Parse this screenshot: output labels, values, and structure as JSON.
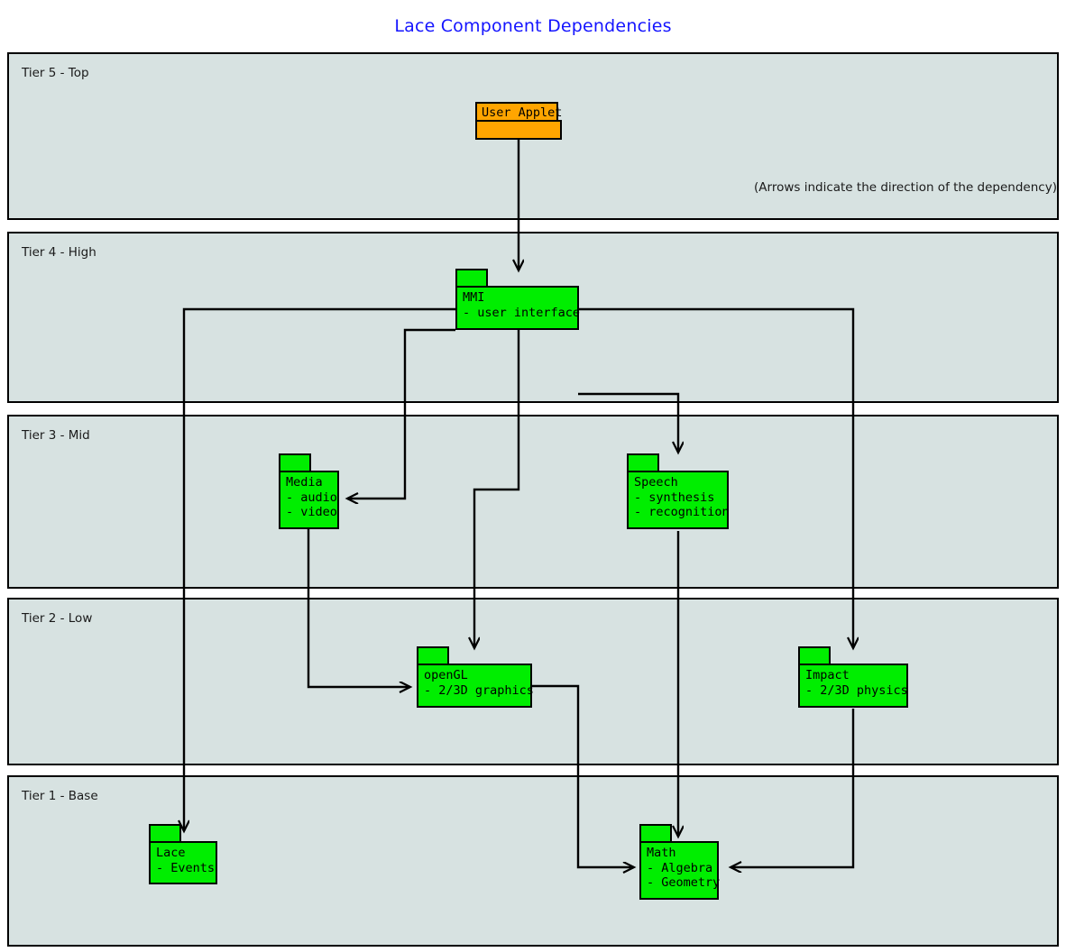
{
  "title": "Lace Component Dependencies",
  "note": "(Arrows indicate the direction of the dependency)",
  "colors": {
    "title": "#1414ff",
    "tier_fill": "#d7e2e1",
    "package_green": "#00ee00",
    "package_orange": "#ffa500",
    "line": "#000000"
  },
  "tiers": [
    {
      "id": "tier5",
      "label": "Tier 5 - Top"
    },
    {
      "id": "tier4",
      "label": "Tier 4 - High"
    },
    {
      "id": "tier3",
      "label": "Tier 3 - Mid"
    },
    {
      "id": "tier2",
      "label": "Tier 2 - Low"
    },
    {
      "id": "tier1",
      "label": "Tier 1 - Base"
    }
  ],
  "packages": [
    {
      "id": "user-applet",
      "name": "User Applet",
      "lines": [],
      "tier": "tier5",
      "color": "#ffa500"
    },
    {
      "id": "mmi",
      "name": "MMI",
      "lines": [
        "- user interface"
      ],
      "tier": "tier4",
      "color": "#00ee00"
    },
    {
      "id": "media",
      "name": "Media",
      "lines": [
        "- audio",
        "- video"
      ],
      "tier": "tier3",
      "color": "#00ee00"
    },
    {
      "id": "speech",
      "name": "Speech",
      "lines": [
        "- synthesis",
        "- recognition"
      ],
      "tier": "tier3",
      "color": "#00ee00"
    },
    {
      "id": "opengl",
      "name": "openGL",
      "lines": [
        "- 2/3D graphics"
      ],
      "tier": "tier2",
      "color": "#00ee00"
    },
    {
      "id": "impact",
      "name": "Impact",
      "lines": [
        "- 2/3D physics"
      ],
      "tier": "tier2",
      "color": "#00ee00"
    },
    {
      "id": "lace",
      "name": "Lace",
      "lines": [
        "- Events"
      ],
      "tier": "tier1",
      "color": "#00ee00"
    },
    {
      "id": "math",
      "name": "Math",
      "lines": [
        "- Algebra",
        "- Geometry"
      ],
      "tier": "tier1",
      "color": "#00ee00"
    }
  ],
  "package_text": {
    "user_applet": "User Applet",
    "mmi": "MMI\n- user interface",
    "media": "Media\n- audio\n- video",
    "speech": "Speech\n- synthesis\n- recognition",
    "opengl": "openGL\n- 2/3D graphics",
    "impact": "Impact\n- 2/3D physics",
    "lace": "Lace\n- Events",
    "math": "Math\n- Algebra\n- Geometry"
  },
  "dependencies": [
    {
      "from": "User Applet",
      "to": "MMI"
    },
    {
      "from": "MMI",
      "to": "Lace"
    },
    {
      "from": "MMI",
      "to": "Media"
    },
    {
      "from": "MMI",
      "to": "openGL"
    },
    {
      "from": "MMI",
      "to": "Speech"
    },
    {
      "from": "MMI",
      "to": "Impact"
    },
    {
      "from": "Media",
      "to": "openGL"
    },
    {
      "from": "Speech",
      "to": "Math"
    },
    {
      "from": "openGL",
      "to": "Math"
    },
    {
      "from": "Impact",
      "to": "Math"
    }
  ]
}
